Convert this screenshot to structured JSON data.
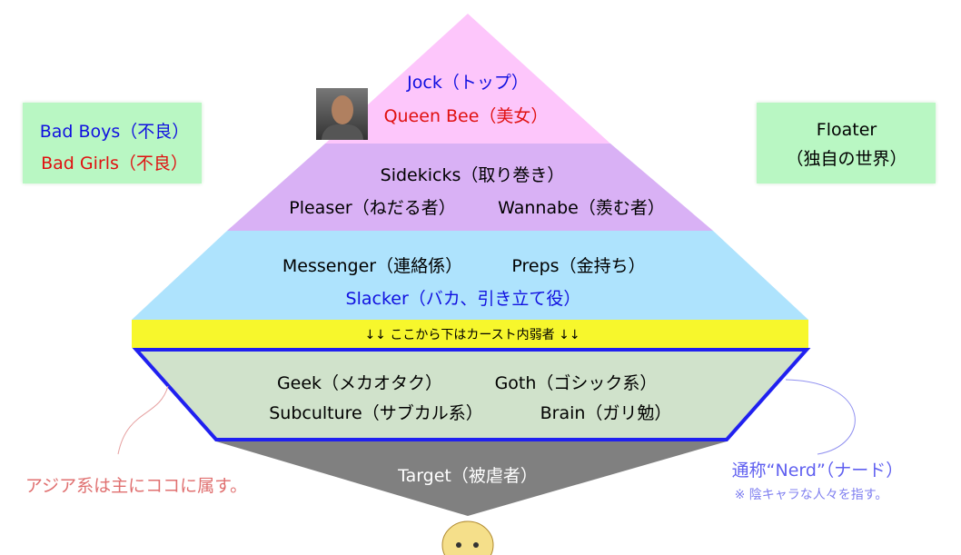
{
  "tiers": {
    "jock": "Jock（トップ）",
    "queen_bee": "Queen Bee（美女）",
    "sidekicks": "Sidekicks（取り巻き）",
    "pleaser": "Pleaser（ねだる者）",
    "wannabe": "Wannabe（羨む者）",
    "messenger": "Messenger（連絡係）",
    "preps": "Preps（金持ち）",
    "slacker": "Slacker（バカ、引き立て役）",
    "divider": "↓↓ ここから下はカースト内弱者 ↓↓",
    "geek": "Geek（メカオタク）",
    "goth": "Goth（ゴシック系）",
    "subculture": "Subculture（サブカル系）",
    "brain": "Brain（ガリ勉）",
    "target": "Target（被虐者）"
  },
  "side": {
    "bad_boys": "Bad Boys（不良）",
    "bad_girls": "Bad Girls（不良）",
    "floater": "Floater",
    "floater_sub": "（独自の世界）",
    "asian_note": "アジア系は主にココに属す。",
    "nerd": "通称“Nerd”（ナード）",
    "nerd_note": "※ 陰キャラな人々を指す。"
  },
  "colors": {
    "pink": "#fdc6fb",
    "purple": "#d9b1f5",
    "blue": "#aee3fd",
    "yellow": "#f7f72c",
    "green": "#d0e2cb",
    "gray": "#808080",
    "side_box": "#b9f7c3"
  }
}
